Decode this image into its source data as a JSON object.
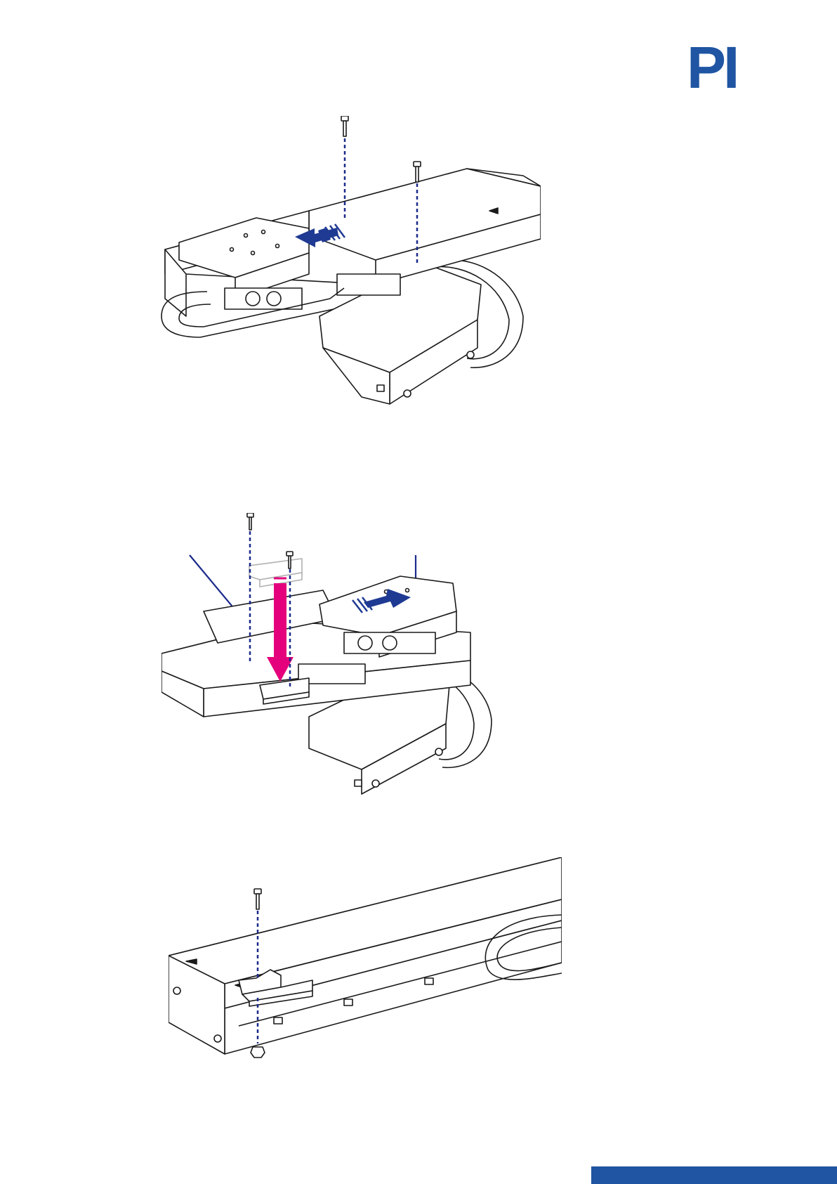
{
  "brand": {
    "logo_text": "PI",
    "color": "#1f55a2"
  },
  "colors": {
    "accent_blue": "#1f3a93",
    "guide_dash": "#1b2a8a",
    "insert_magenta": "#e4007c",
    "line_art": "#1a1a1a"
  },
  "figures": [
    {
      "id": "step-1",
      "icons": [
        "screw-icon",
        "move-left-arrow-icon",
        "dashed-guide-line"
      ]
    },
    {
      "id": "step-2",
      "icons": [
        "screw-icon",
        "bracket-icon",
        "insert-down-arrow-icon",
        "move-right-arrow-icon",
        "callout-line"
      ]
    },
    {
      "id": "step-3",
      "icons": [
        "screw-icon",
        "bracket-icon",
        "nut-icon",
        "dashed-guide-line"
      ]
    }
  ]
}
